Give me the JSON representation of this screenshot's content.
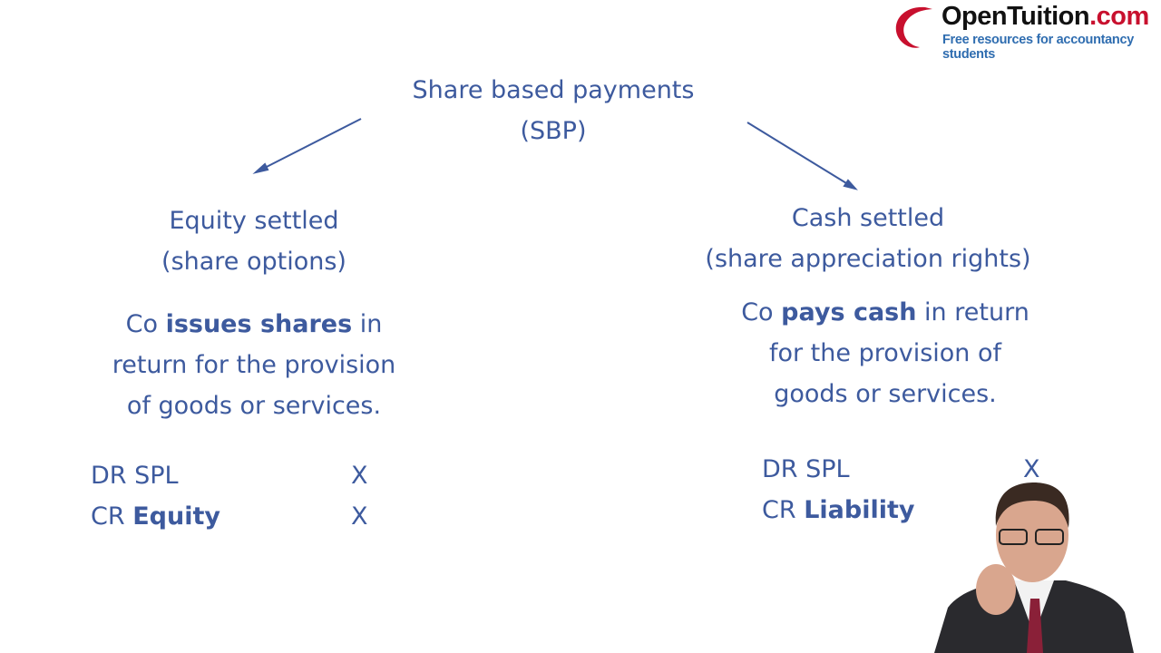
{
  "logo": {
    "name": "OpenTuition",
    "dotcom": ".com",
    "tagline": "Free resources for accountancy students",
    "accent": "#c8102e"
  },
  "title": {
    "line1": "Share based payments",
    "line2": "(SBP)"
  },
  "left": {
    "heading1": "Equity settled",
    "heading2": "(share options)",
    "desc_pre": "Co ",
    "desc_bold": "issues shares",
    "desc_post": " in",
    "desc2": "return for the provision",
    "desc3": "of goods or services.",
    "dr_label": "DR SPL",
    "dr_val": "X",
    "cr_prefix": "CR ",
    "cr_bold": "Equity",
    "cr_val": "X"
  },
  "right": {
    "heading1": "Cash settled",
    "heading2": "(share appreciation rights)",
    "desc_pre": "Co ",
    "desc_bold": "pays cash",
    "desc_post": " in return",
    "desc2": "for the provision of",
    "desc3": "goods or services.",
    "dr_label": "DR SPL",
    "dr_val": "X",
    "cr_prefix": "CR ",
    "cr_bold": "Liability"
  },
  "colors": {
    "text": "#3d5a9e"
  }
}
